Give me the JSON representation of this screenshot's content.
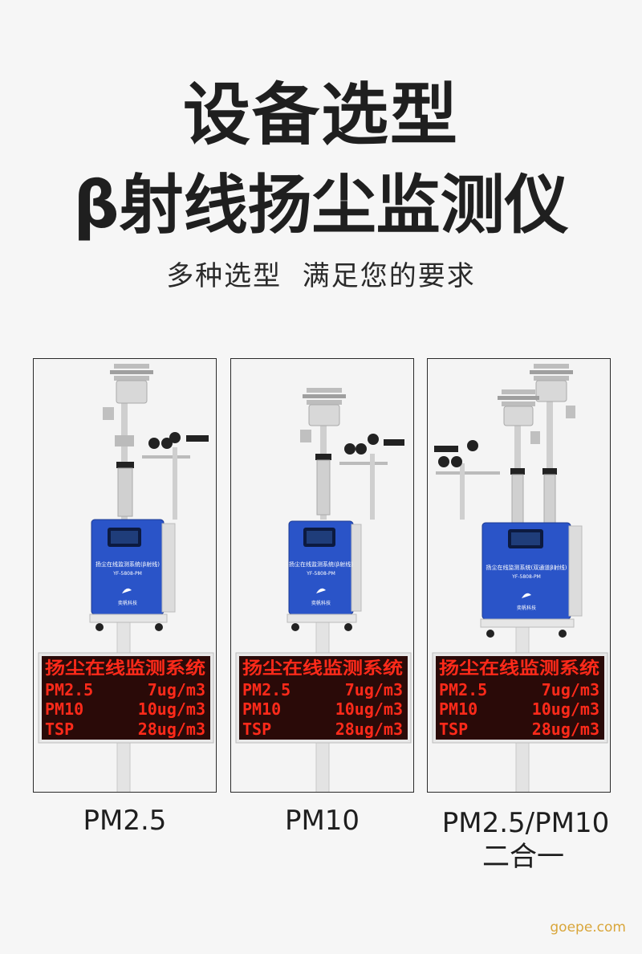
{
  "header": {
    "title_line1": "设备选型",
    "title_line2": "β射线扬尘监测仪",
    "subtitle": "多种选型  满足您的要求"
  },
  "products": [
    {
      "caption": "PM2.5",
      "caption_line2": "",
      "device_label": "扬尘在线监测系统(β射线)",
      "model": "YF-5808-PM",
      "brand": "奕帆科技",
      "dual": false,
      "led": {
        "title": "扬尘在线监测系统",
        "rows": [
          {
            "name": "PM2.5",
            "value": "7ug/m3"
          },
          {
            "name": "PM10",
            "value": "10ug/m3"
          },
          {
            "name": "TSP",
            "value": "28ug/m3"
          }
        ]
      }
    },
    {
      "caption": "PM10",
      "caption_line2": "",
      "device_label": "扬尘在线监测系统(β射线)",
      "model": "YF-5808-PM",
      "brand": "奕帆科技",
      "dual": false,
      "led": {
        "title": "扬尘在线监测系统",
        "rows": [
          {
            "name": "PM2.5",
            "value": "7ug/m3"
          },
          {
            "name": "PM10",
            "value": "10ug/m3"
          },
          {
            "name": "TSP",
            "value": "28ug/m3"
          }
        ]
      }
    },
    {
      "caption": "PM2.5/PM10",
      "caption_line2": "二合一",
      "device_label": "扬尘在线监测系统(双通道β射线)",
      "model": "YF-5808-PM",
      "brand": "奕帆科技",
      "dual": true,
      "led": {
        "title": "扬尘在线监测系统",
        "rows": [
          {
            "name": "PM2.5",
            "value": "7ug/m3"
          },
          {
            "name": "PM10",
            "value": "10ug/m3"
          },
          {
            "name": "TSP",
            "value": "28ug/m3"
          }
        ]
      }
    }
  ],
  "watermark": "goepe.com",
  "colors": {
    "cabinet_blue": "#2a54c8",
    "led_red": "#ff2a1a",
    "led_background": "#2a0a08",
    "watermark": "#d9a63a"
  }
}
